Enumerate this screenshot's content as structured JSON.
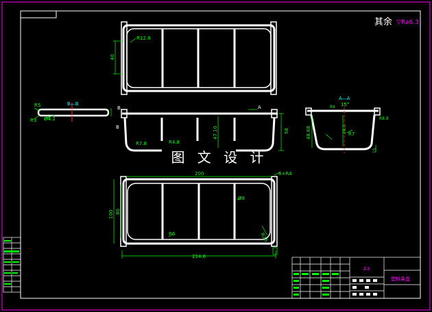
{
  "colors": {
    "background": "#000000",
    "outline": "#ffffff",
    "dimension": "#00ff00",
    "section": "#00ffff",
    "center": "#ff3030",
    "sheet": "#ff00ff"
  },
  "header": {
    "surface_note": "其余",
    "surface_value": "▽Ra6.3"
  },
  "watermark": "图 文 设 计",
  "views": {
    "front": {
      "radius": "R12.8",
      "height": "40"
    },
    "left_section": {
      "label": "B—B",
      "r5": "R5",
      "r3": "R3",
      "wall": "Ø4.2"
    },
    "middle_section": {
      "mark_b": "B",
      "mark_a": "A",
      "depth": "47.10",
      "height": "58",
      "radius": "R7.8",
      "inner": "R4.8"
    },
    "right_section": {
      "label": "A—A",
      "angle": "15°",
      "r4": "R4",
      "height": "48.68",
      "radius": "R7",
      "top_r": "R8.8",
      "bottom": "15",
      "mid": "24.3"
    },
    "top": {
      "width": "200",
      "length": "214.6",
      "height": "100",
      "inner": "80",
      "spec": "8×R4",
      "hole": "Ø8",
      "r6": "R6",
      "r25": "R25"
    }
  },
  "title_block": {
    "scale": "A3",
    "name": "塑料果盒"
  }
}
